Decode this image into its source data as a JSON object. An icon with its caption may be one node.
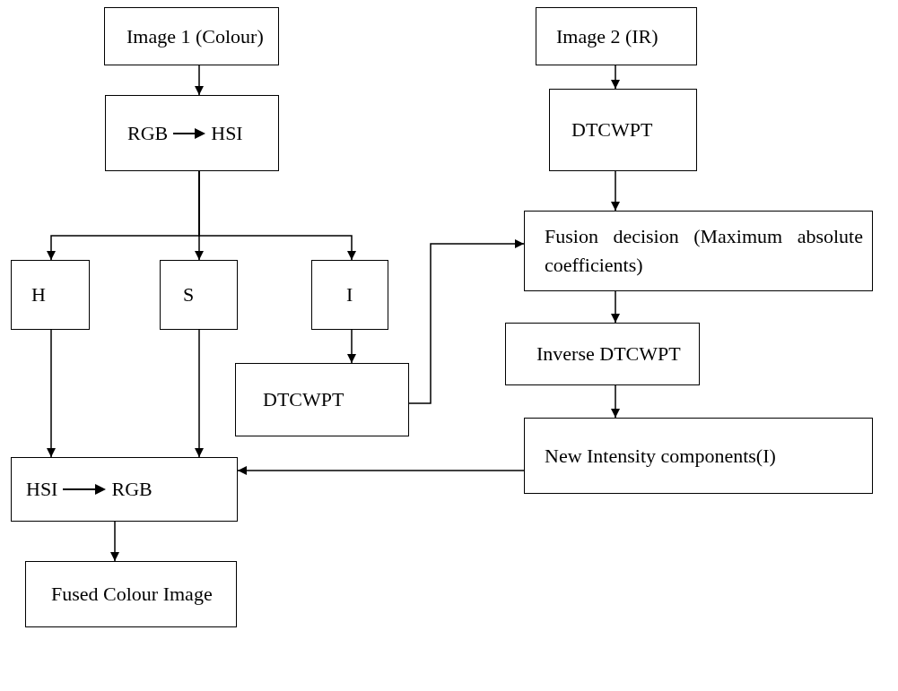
{
  "diagram": {
    "nodes": [
      {
        "text": [
          "Image 1 (Colour)"
        ]
      },
      {
        "text": [
          "Image 2 (IR)"
        ]
      },
      {
        "text": [
          "RGB",
          "HSI"
        ]
      },
      {
        "text": [
          "DTCWPT"
        ]
      },
      {
        "text": [
          "Fusion decision (Maximum absolute coefficients)"
        ]
      },
      {
        "text": [
          "H"
        ]
      },
      {
        "text": [
          "S"
        ]
      },
      {
        "text": [
          "I"
        ]
      },
      {
        "text": [
          "DTCWPT"
        ]
      },
      {
        "text": [
          "Inverse DTCWPT"
        ]
      },
      {
        "text": [
          "HSI",
          "RGB"
        ]
      },
      {
        "text": [
          "New Intensity components(I)"
        ]
      },
      {
        "text": [
          "Fused Colour Image"
        ]
      }
    ],
    "edges": [
      {
        "from": 0,
        "to": 2,
        "arrow": "to"
      },
      {
        "from": 1,
        "to": 3,
        "arrow": "to"
      },
      {
        "from": 2,
        "to": 5,
        "arrow": "to"
      },
      {
        "from": 2,
        "to": 6,
        "arrow": "to"
      },
      {
        "from": 2,
        "to": 7,
        "arrow": "to"
      },
      {
        "from": 3,
        "to": 4,
        "arrow": "to"
      },
      {
        "from": 7,
        "to": 8,
        "arrow": "to"
      },
      {
        "from": 8,
        "to": 4,
        "arrow": "to"
      },
      {
        "from": 4,
        "to": 9,
        "arrow": "to"
      },
      {
        "from": 9,
        "to": 11,
        "arrow": "to"
      },
      {
        "from": 5,
        "to": 10,
        "arrow": "to"
      },
      {
        "from": 6,
        "to": 10,
        "arrow": "to"
      },
      {
        "from": 11,
        "to": 10,
        "arrow": "to"
      },
      {
        "from": 10,
        "to": 12,
        "arrow": "to"
      }
    ]
  }
}
